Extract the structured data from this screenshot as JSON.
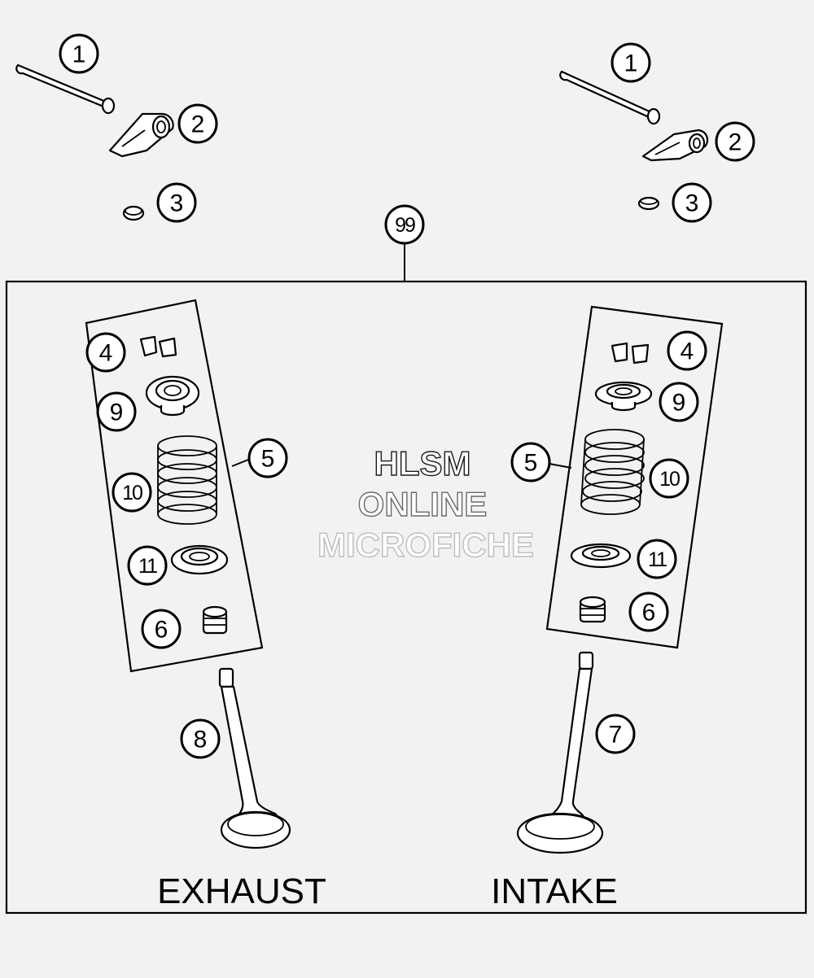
{
  "group_callout": "99",
  "callouts": {
    "c1": "1",
    "c2": "2",
    "c3": "3",
    "c4": "4",
    "c5": "5",
    "c6": "6",
    "c7": "7",
    "c8": "8",
    "c9": "9",
    "c10": "10",
    "c11": "11"
  },
  "labels": {
    "exhaust": "EXHAUST",
    "intake": "INTAKE"
  },
  "watermark": {
    "line1": "HLSM",
    "line2": "ONLINE",
    "line3": "MICROFICHE"
  }
}
